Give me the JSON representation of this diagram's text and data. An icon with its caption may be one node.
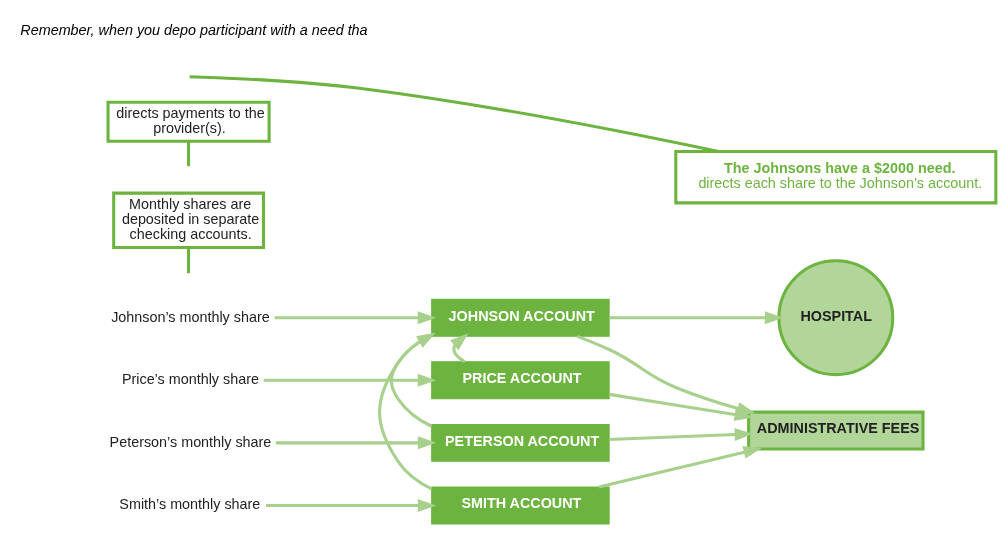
{
  "diagram": {
    "nodes": [
      {
        "text": [
          "Johnson’s monthly share"
        ]
      },
      {
        "text": [
          "Price’s monthly share"
        ]
      },
      {
        "text": [
          "Peterson’s monthly share"
        ]
      },
      {
        "text": [
          "Smith’s monthly share"
        ]
      },
      {
        "text": [
          "JOHNSON ACCOUNT"
        ]
      },
      {
        "text": [
          "PRICE ACCOUNT"
        ]
      },
      {
        "text": [
          "PETERSON ACCOUNT"
        ]
      },
      {
        "text": [
          "SMITH ACCOUNT"
        ]
      },
      {
        "text": [
          "ADMINISTRATIVE FEES"
        ]
      },
      {
        "text": [
          "HOSPITAL"
        ]
      },
      {
        "text": [
          "Monthly shares are deposited in separate checking accounts."
        ]
      },
      {
        "text": [
          "directs payments to the provider(s)."
        ]
      },
      {
        "text": [
          "**The Johnsons have a $2000 need.** directs each share to the Johnson’s account."
        ]
      }
    ],
    "edges": [
      {
        "from": 0,
        "to": 4,
        "arrow": "to"
      },
      {
        "from": 1,
        "to": 5,
        "arrow": "to"
      },
      {
        "from": 2,
        "to": 6,
        "arrow": "to"
      },
      {
        "from": 3,
        "to": 7,
        "arrow": "to"
      },
      {
        "from": 10,
        "to": null,
        "arrow": "none",
        "color": "#6db33f"
      },
      {
        "from": 4,
        "to": 9,
        "arrow": "to"
      },
      {
        "from": 11,
        "to": null,
        "arrow": "none",
        "color": "#6db33f"
      },
      {
        "from": 5,
        "to": 4,
        "arrow": "to"
      },
      {
        "from": 6,
        "to": 4,
        "arrow": "to"
      },
      {
        "from": 7,
        "to": 4,
        "arrow": "to"
      },
      {
        "from": 12,
        "to": null,
        "arrow": "none",
        "color": "#6db33f"
      },
      {
        "from": 4,
        "to": 8,
        "arrow": "to"
      },
      {
        "from": 5,
        "to": 8,
        "arrow": "to"
      },
      {
        "from": 6,
        "to": 8,
        "arrow": "to"
      },
      {
        "from": 7,
        "to": 8,
        "arrow": "to"
      }
    ],
    "labels": [
      "Remember, when you depo participant with a need tha"
    ]
  }
}
